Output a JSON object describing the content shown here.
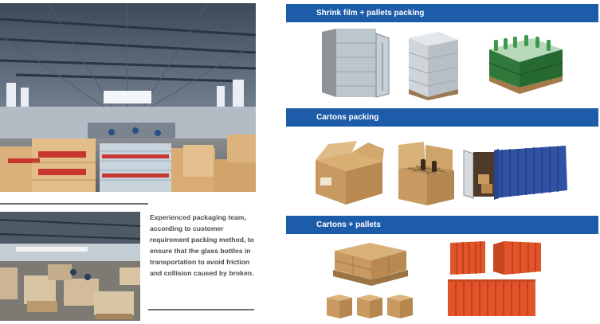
{
  "sections": {
    "shrink_film": {
      "title": "Shrink film + pallets packing"
    },
    "cartons": {
      "title": "Cartons packing"
    },
    "cartons_pallets": {
      "title": "Cartons + pallets"
    }
  },
  "team_description": "Experienced packaging team, according to customer requirement packing method, to ensure that the glass bottles in transportation to avoid friction and collision caused by broken.",
  "colors": {
    "band_blue": "#1d5ca8",
    "container_blue": "#2f52a4",
    "container_orange": "#e2552a",
    "carton_brown": "#c89a62",
    "bottle_green": "#2f7a3a"
  }
}
